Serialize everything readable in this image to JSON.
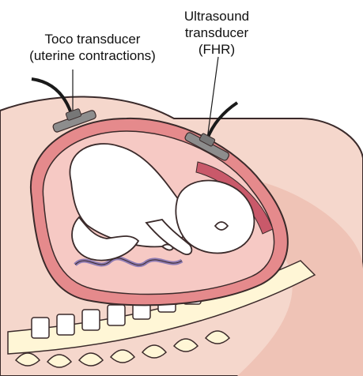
{
  "labels": {
    "toco": {
      "line1": "Toco transducer",
      "line2": "(uterine contractions)"
    },
    "ultrasound": {
      "line1": "Ultrasound",
      "line2": "transducer",
      "line3": "(FHR)"
    }
  },
  "colors": {
    "skin": "#F5D7CC",
    "skin_outline": "#3A2A2A",
    "uterus_wall": "#E58A8C",
    "uterus_inner": "#F6C9C4",
    "bed": "#B9A7C9",
    "transducer": "#8D8D8D",
    "cable": "#1A1A1A",
    "spine_fill": "#FFF6D6"
  }
}
